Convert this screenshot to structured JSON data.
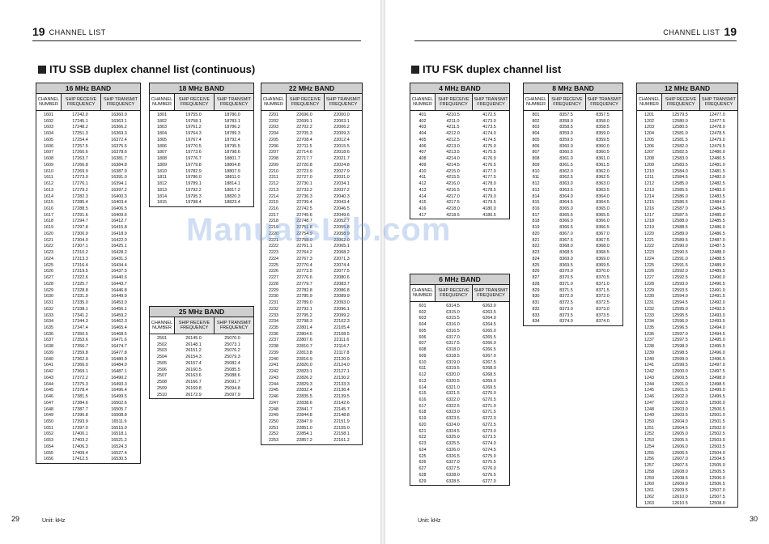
{
  "left_page": {
    "header_number": "19",
    "header_title": "CHANNEL LIST",
    "section_title": "ITU SSB duplex channel list (continuous)",
    "unit_label": "Unit: kHz",
    "page_number": "29"
  },
  "right_page": {
    "header_number": "19",
    "header_title": "CHANNEL LIST",
    "section_title": "ITU FSK duplex channel list",
    "unit_label": "Unit: kHz",
    "page_number": "30"
  },
  "watermark": "ManualsLib.com",
  "column_headers": {
    "channel": "CHANNEL NUMBER",
    "receive": "SHIP RECEIVE FREQUENCY",
    "transmit": "SHIP TRANSMIT FREQUENCY"
  },
  "tables": {
    "ssb16": {
      "band": "16 MHz BAND",
      "start": 1601,
      "count": 56,
      "rx_start": 17242.0,
      "rx_step": 3.1,
      "tx_start": 16360.0,
      "tx_step": 3.1
    },
    "ssb18": {
      "band": "18 MHz BAND",
      "start": 1801,
      "count": 15,
      "rx_start": 19755.0,
      "rx_step": 3.1,
      "tx_start": 18780.0,
      "tx_step": 3.1
    },
    "ssb22": {
      "band": "22 MHz BAND",
      "start": 2201,
      "count": 53,
      "rx_start": 22696.0,
      "rx_step": 3.1,
      "tx_start": 22000.0,
      "tx_step": 3.1
    },
    "ssb25": {
      "band": "25 MHz BAND",
      "start": 2501,
      "count": 10,
      "rx_start": 26145.0,
      "rx_step": 3.1,
      "tx_start": 25070.0,
      "tx_step": 3.1
    },
    "fsk4": {
      "band": "4 MHz BAND",
      "start": 401,
      "count": 17,
      "rx_start": 4210.5,
      "rx_step": 0.5,
      "tx_start": 4172.5,
      "tx_step": 0.5
    },
    "fsk6": {
      "band": "6 MHz BAND",
      "start": 601,
      "count": 29,
      "rx_start": 6314.5,
      "rx_step": 0.5,
      "tx_start": 6263.0,
      "tx_step": 0.5
    },
    "fsk8": {
      "band": "8 MHz BAND",
      "start": 801,
      "count": 34,
      "rx_start": 8357.5,
      "rx_step": 0.5,
      "tx_start": 8357.5,
      "tx_step": 0.5
    },
    "fsk12": {
      "band": "12 MHz BAND",
      "start": 1201,
      "count": 63,
      "rx_start": 12579.5,
      "rx_step": 0.5,
      "tx_start": 12477.0,
      "tx_step": 0.5
    }
  }
}
